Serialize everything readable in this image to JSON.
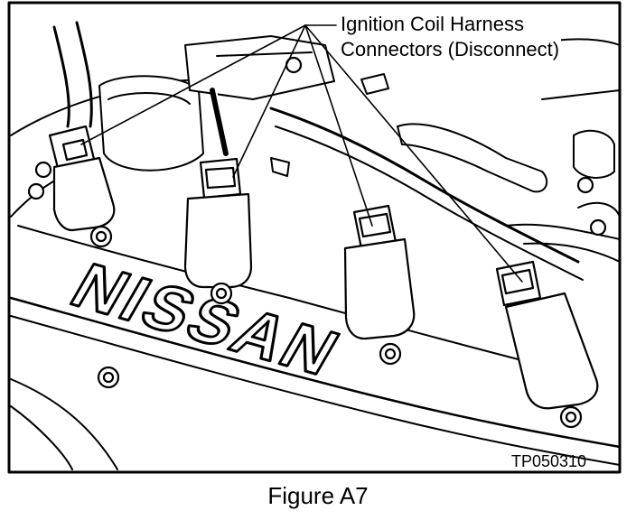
{
  "callout": {
    "line1": "Ignition Coil Harness",
    "line2": "Connectors (Disconnect)"
  },
  "figure_code": "TP050310",
  "caption": "Figure A7",
  "logo_text": "NISSAN",
  "colors": {
    "ink": "#000000",
    "paper": "#ffffff"
  }
}
